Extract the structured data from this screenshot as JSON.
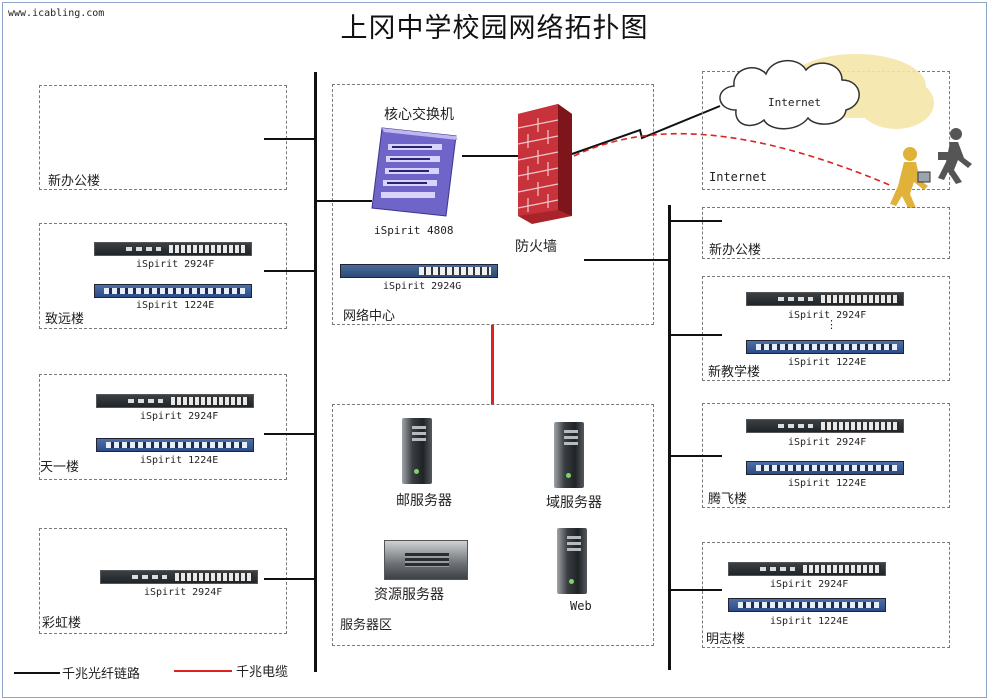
{
  "watermark": "www.icabling.com",
  "title": "上冈中学校园网络拓扑图",
  "core": {
    "switch_label": "核心交换机",
    "switch_model": "iSpirit 4808",
    "firewall_label": "防火墙",
    "access_model": "iSpirit 2924G",
    "zone_label": "网络中心"
  },
  "internet": {
    "cloud_label": "Internet",
    "zone_label": "Internet"
  },
  "left_buildings": [
    {
      "name": "新办公楼",
      "switches": []
    },
    {
      "name": "致远楼",
      "switches": [
        "iSpirit 2924F",
        "iSpirit 1224E"
      ]
    },
    {
      "name": "天一楼",
      "switches": [
        "iSpirit 2924F",
        "iSpirit 1224E"
      ]
    },
    {
      "name": "彩虹楼",
      "switches": [
        "iSpirit 2924F"
      ]
    }
  ],
  "right_buildings": [
    {
      "name": "新办公楼",
      "switches": []
    },
    {
      "name": "新教学楼",
      "switches": [
        "iSpirit 2924F",
        "iSpirit 1224E"
      ]
    },
    {
      "name": "腾飞楼",
      "switches": [
        "iSpirit 2924F",
        "iSpirit 1224E"
      ]
    },
    {
      "name": "明志楼",
      "switches": [
        "iSpirit 2924F",
        "iSpirit 1224E"
      ]
    }
  ],
  "servers": {
    "zone_label": "服务器区",
    "items": [
      "邮服务器",
      "域服务器",
      "资源服务器",
      "Web"
    ]
  },
  "legend": {
    "fiber": "千兆光纤链路",
    "cable": "千兆电缆"
  },
  "colors": {
    "fiber": "#111111",
    "cable": "#d22222",
    "firewall": "#c0272d",
    "core_switch": "#8a7fd6"
  }
}
